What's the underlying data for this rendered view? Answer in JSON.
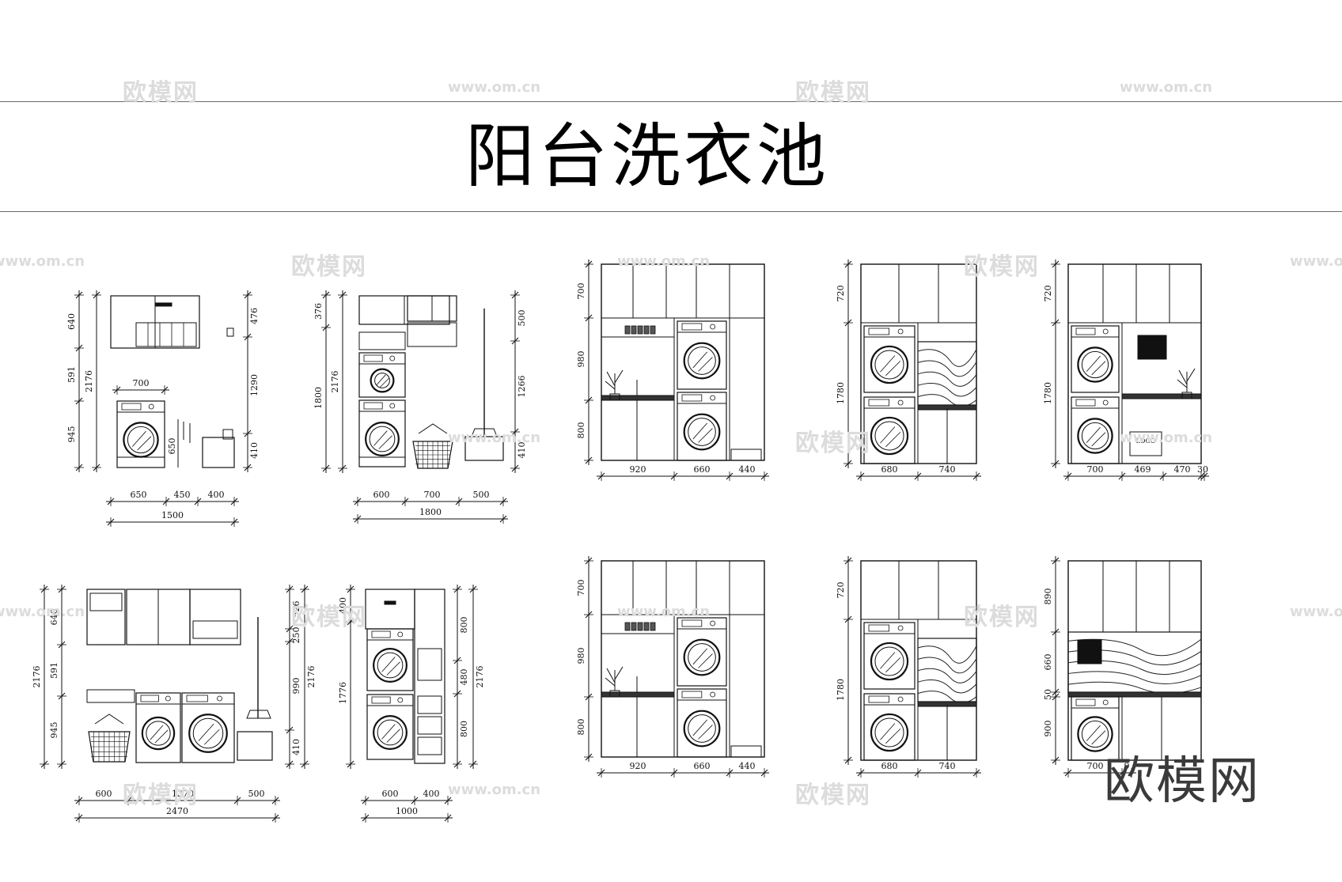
{
  "title": "阳台洗衣池",
  "brand": "欧模网",
  "watermarks": {
    "cn": "欧模网",
    "url": "www.om.cn"
  },
  "elevations": [
    {
      "id": "A",
      "v": [
        "640",
        "591",
        "945"
      ],
      "total": "2176",
      "rv": [
        "476",
        "1290",
        "410"
      ],
      "w": "700",
      "extra": "650",
      "h": [
        "650",
        "450",
        "400"
      ],
      "htotal": "1500"
    },
    {
      "id": "B",
      "v": [
        "376",
        "1800"
      ],
      "total": "2176",
      "rv": [
        "500",
        "1266",
        "410"
      ],
      "h": [
        "600",
        "700",
        "500"
      ],
      "htotal": "1800"
    },
    {
      "id": "C",
      "v": [
        "640",
        "591",
        "945"
      ],
      "total": "2176",
      "rv": [
        "526",
        "250",
        "990",
        "410"
      ],
      "rtotal": "2176",
      "h": [
        "600",
        "1370",
        "500"
      ],
      "htotal": "2470"
    },
    {
      "id": "D",
      "v": [
        "400",
        "1776"
      ],
      "rv": [
        "800",
        "480",
        "800"
      ],
      "rtotal": "2176",
      "h": [
        "600",
        "400"
      ],
      "htotal": "1000"
    },
    {
      "id": "E",
      "v": [
        "700",
        "980",
        "800"
      ],
      "h": [
        "920",
        "660",
        "440"
      ]
    },
    {
      "id": "F",
      "v": [
        "720",
        "1780"
      ],
      "h": [
        "680",
        "740"
      ]
    },
    {
      "id": "G",
      "v": [
        "720",
        "1780"
      ],
      "h": [
        "700",
        "469",
        "470",
        "30"
      ],
      "logo": "LOGO"
    },
    {
      "id": "H",
      "v": [
        "700",
        "980",
        "800"
      ],
      "h": [
        "920",
        "660",
        "440"
      ]
    },
    {
      "id": "I",
      "v": [
        "720",
        "1780"
      ],
      "h": [
        "680",
        "740"
      ]
    },
    {
      "id": "J",
      "v": [
        "890",
        "660",
        "50",
        "900"
      ],
      "h": [
        "700",
        "9"
      ]
    }
  ]
}
